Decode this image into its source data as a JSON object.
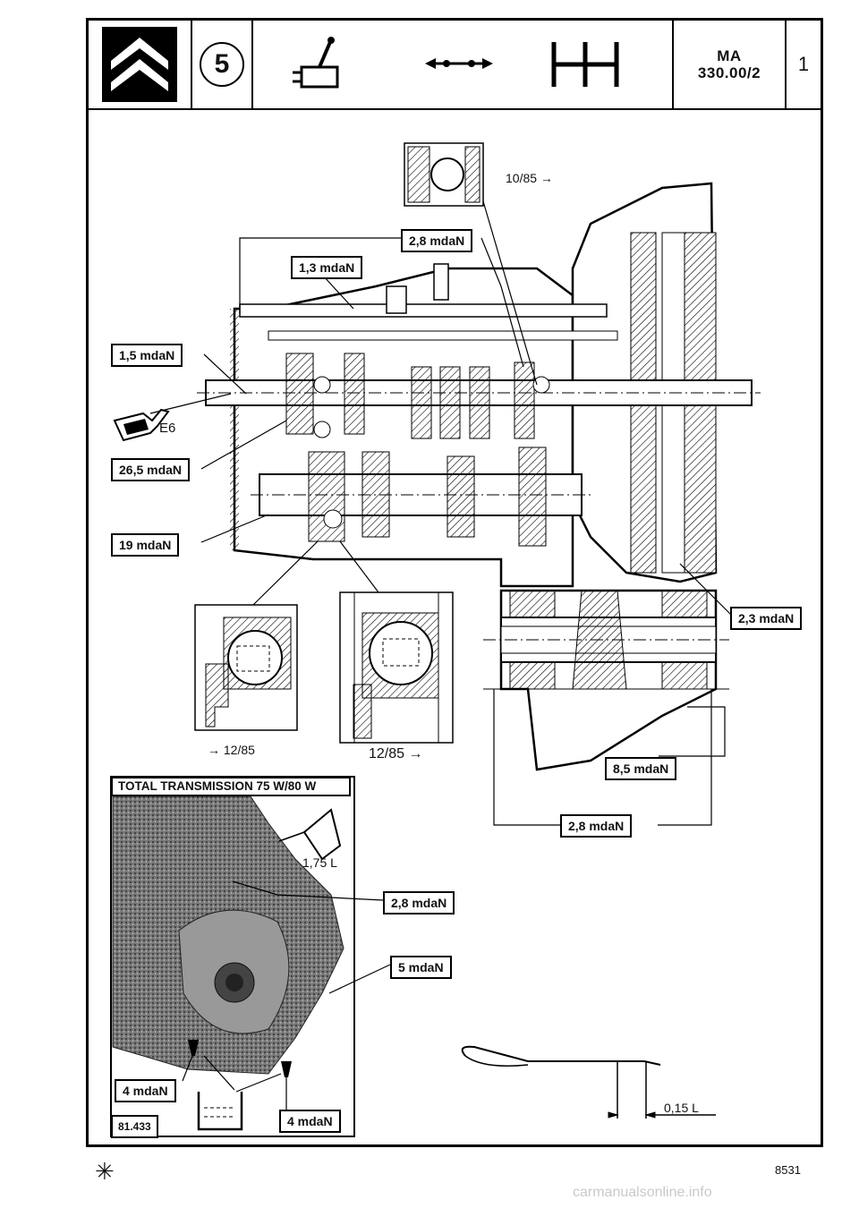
{
  "header": {
    "gear_count": "5",
    "ref_line1": "MA",
    "ref_line2": "330.00/2",
    "sheet_number": "1",
    "brand_logo": "citroen-chevrons-icon",
    "icons": [
      "gearbox-lever-icon",
      "driveshaft-icon",
      "shift-pattern-icon"
    ]
  },
  "diagram": {
    "date_top": "10/85 →",
    "date_left": "→ 12/85",
    "date_right": "12/85 →",
    "oil_label": "E6",
    "torques": {
      "t1": "2,8 mdaN",
      "t2": "1,3 mdaN",
      "t3": "1,5 mdaN",
      "t4": "26,5 mdaN",
      "t5": "19 mdaN",
      "t6": "2,3 mdaN",
      "t7": "8,5 mdaN",
      "t8": "2,8 mdaN"
    }
  },
  "photo": {
    "title": "TOTAL TRANSMISSION 75 W/80 W",
    "capacity": "1,75 L",
    "photo_ref": "81.433",
    "torques": {
      "p1": "2,8 mdaN",
      "p2": "5 mdaN",
      "p3": "4 mdaN",
      "p4": "4 mdaN"
    }
  },
  "dipstick": {
    "capacity": "0,15 L"
  },
  "footer": {
    "symbol": "✳",
    "page_code": "8531"
  },
  "watermark": "carmanualsonline.info"
}
